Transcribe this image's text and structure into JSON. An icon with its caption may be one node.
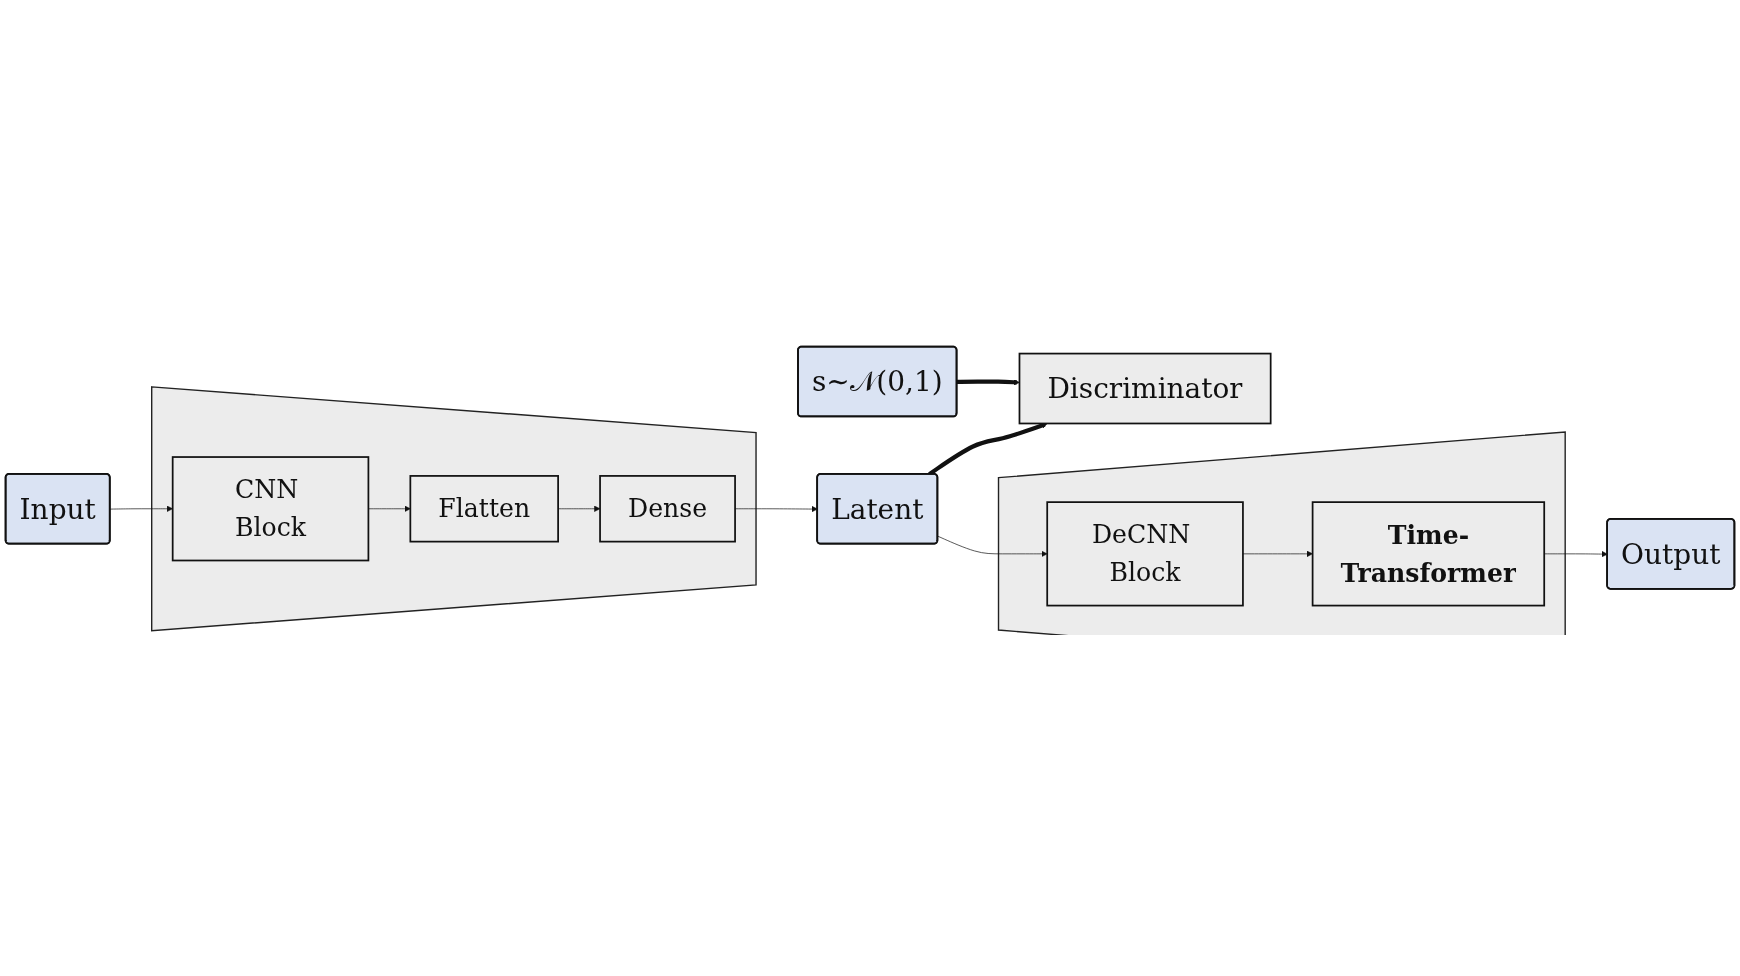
{
  "diagram": {
    "nodes": [
      {
        "text": [
          "s∼𝒩(0,1)"
        ]
      },
      {
        "text": [
          "Discriminator"
        ]
      },
      {
        "text": [
          "Input"
        ]
      },
      {
        "text": [],
        "shape": "trapezoid"
      },
      {
        "text": [
          "CNN Block"
        ],
        "in": 3
      },
      {
        "text": [
          "Flatten"
        ],
        "in": 3
      },
      {
        "text": [
          "Dense"
        ],
        "in": 3
      },
      {
        "text": [
          "Latent"
        ]
      },
      {
        "text": [],
        "shape": "trapezoid"
      },
      {
        "text": [
          "DeCNN Block"
        ],
        "in": 8
      },
      {
        "text": [
          "Time-Transformer"
        ],
        "in": 8
      },
      {
        "text": [
          "Output"
        ]
      }
    ],
    "edges": [
      {
        "from": 0,
        "to": 1,
        "arrow": "to",
        "style": "thick"
      },
      {
        "from": 7,
        "to": 1,
        "arrow": "to",
        "style": "thick"
      },
      {
        "from": 2,
        "to": 4,
        "arrow": "to"
      },
      {
        "from": 4,
        "to": 5,
        "arrow": "to"
      },
      {
        "from": 5,
        "to": 6,
        "arrow": "to"
      },
      {
        "from": 6,
        "to": 7,
        "arrow": "to"
      },
      {
        "from": 7,
        "to": 9,
        "arrow": "to"
      },
      {
        "from": 9,
        "to": 10,
        "arrow": "to"
      },
      {
        "from": 10,
        "to": 11,
        "arrow": "to"
      }
    ]
  }
}
